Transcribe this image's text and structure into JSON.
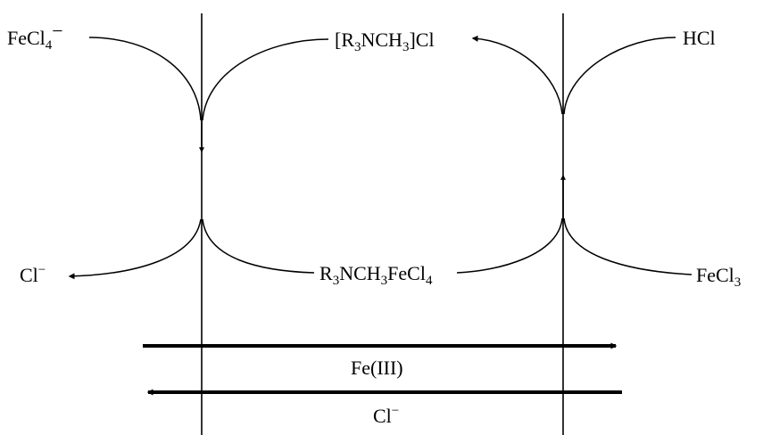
{
  "labels": {
    "fecl4_minus": {
      "base": "FeCl",
      "sub": "4",
      "sup": "−"
    },
    "quat_chloride": {
      "p1": "[R",
      "s1": "3",
      "p2": "NCH",
      "s2": "3",
      "p3": "]Cl"
    },
    "hcl": "HCl",
    "cl_minus_left": {
      "base": "Cl",
      "sup": "−"
    },
    "quat_fecl4": {
      "p1": "R",
      "s1": "3",
      "p2": "NCH",
      "s2": "3",
      "p3": "FeCl",
      "s3": "4"
    },
    "fecl3": {
      "base": "FeCl",
      "sub": "3"
    },
    "fe_iii": "Fe(III)",
    "cl_minus_bottom": {
      "base": "Cl",
      "sup": "−"
    }
  }
}
